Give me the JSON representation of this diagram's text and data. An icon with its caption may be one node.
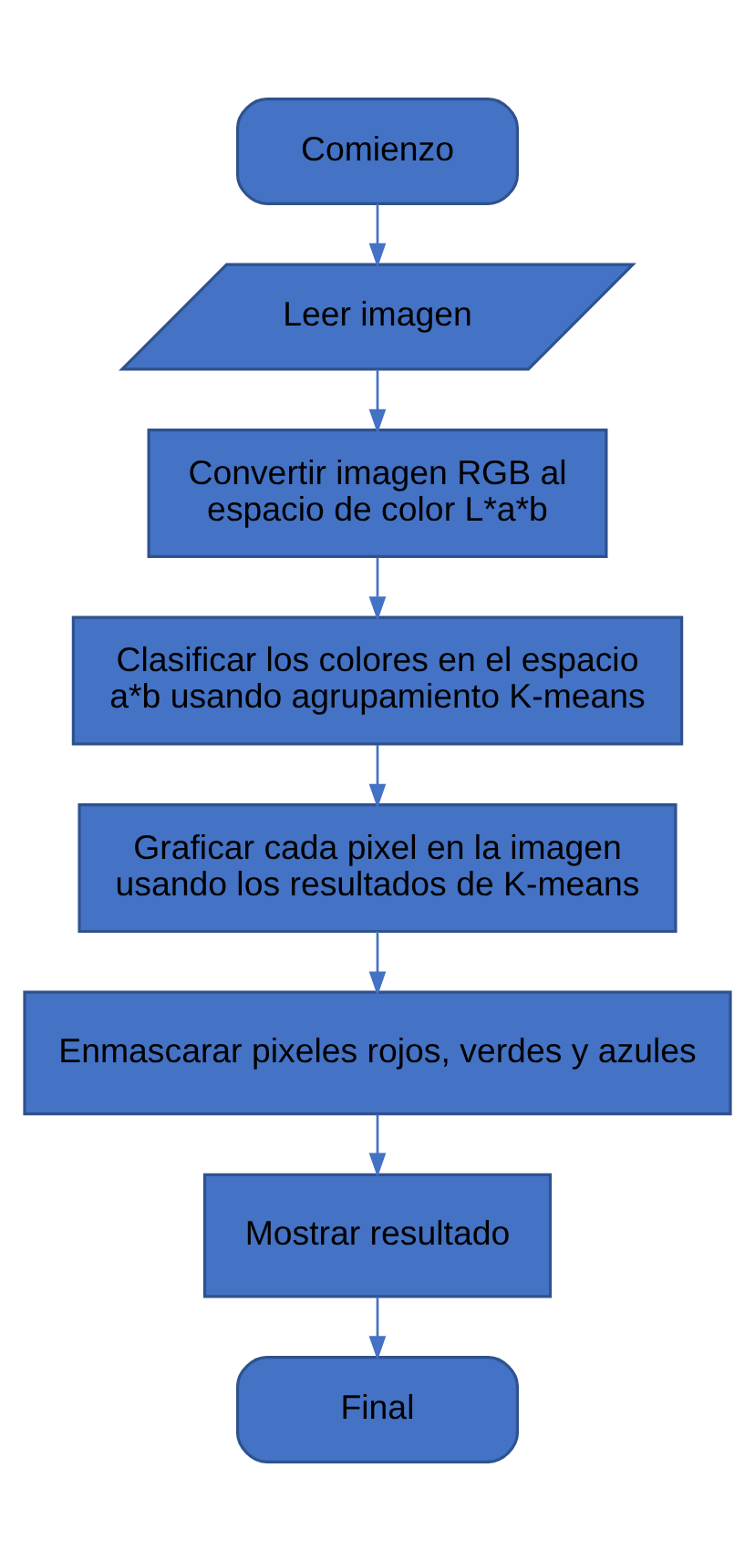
{
  "diagram": {
    "nodes": [
      {
        "text": [
          "Comienzo"
        ]
      },
      {
        "text": [
          "Leer imagen"
        ]
      },
      {
        "text": [
          "Convertir imagen RGB al espacio de color L*a*b"
        ]
      },
      {
        "text": [
          "Clasificar los colores en el espacio a*b usando agrupamiento K-means"
        ]
      },
      {
        "text": [
          "Graficar cada pixel en la imagen usando los resultados de K-means"
        ]
      },
      {
        "text": [
          "Enmascarar pixeles rojos, verdes y azules"
        ]
      },
      {
        "text": [
          "Mostrar resultado"
        ]
      },
      {
        "text": [
          "Final"
        ]
      }
    ],
    "edges": [
      {
        "from": 0,
        "to": 1,
        "arrow": "to"
      },
      {
        "from": 1,
        "to": 2,
        "arrow": "to"
      },
      {
        "from": 2,
        "to": 3,
        "arrow": "to"
      },
      {
        "from": 3,
        "to": 4,
        "arrow": "to"
      },
      {
        "from": 4,
        "to": 5,
        "arrow": "to"
      },
      {
        "from": 5,
        "to": 6,
        "arrow": "to"
      },
      {
        "from": 6,
        "to": 7,
        "arrow": "to"
      }
    ]
  }
}
